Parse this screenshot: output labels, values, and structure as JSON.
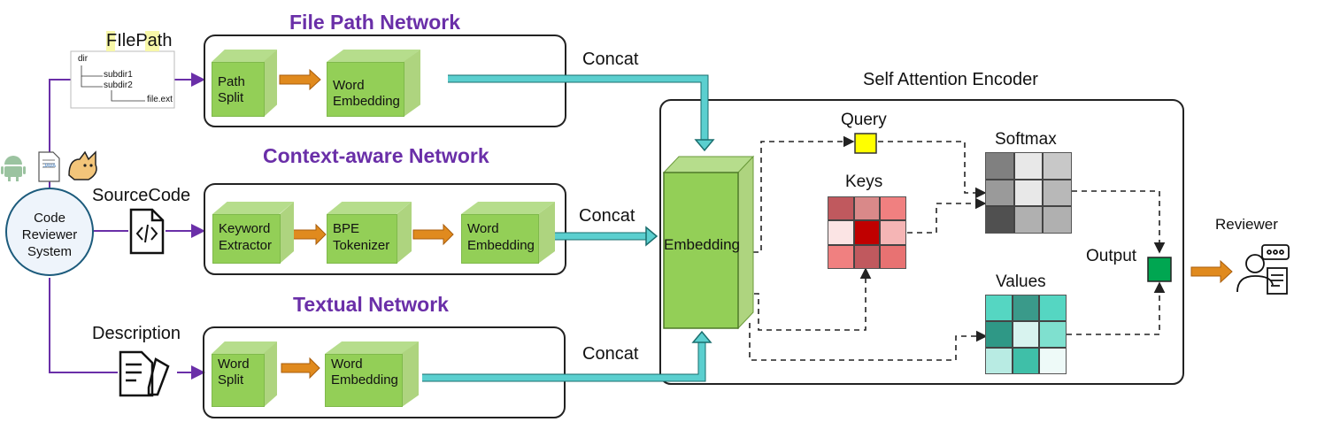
{
  "titles": {
    "file_path_network": "File Path Network",
    "context_network": "Context-aware Network",
    "textual_network": "Textual Network",
    "self_attention": "Self Attention Encoder"
  },
  "inputs": {
    "filepath_label": "FIlePath",
    "sourcecode_label": "SourceCode",
    "description_label": "Description",
    "system_label_1": "Code",
    "system_label_2": "Reviewer",
    "system_label_3": "System",
    "java_icon_text": "JAVA"
  },
  "file_tree": {
    "root": "dir",
    "child1": "subdir1",
    "child2": "subdir2",
    "leaf": "file.ext"
  },
  "file_path_blocks": [
    {
      "line1": "Path",
      "line2": "Split"
    },
    {
      "line1": "Word",
      "line2": "Embedding"
    }
  ],
  "context_blocks": [
    {
      "line1": "Keyword",
      "line2": "Extractor"
    },
    {
      "line1": "BPE",
      "line2": "Tokenizer"
    },
    {
      "line1": "Word",
      "line2": "Embedding"
    }
  ],
  "textual_blocks": [
    {
      "line1": "Word",
      "line2": "Split"
    },
    {
      "line1": "Word",
      "line2": "Embedding"
    }
  ],
  "concat_labels": [
    "Concat",
    "Concat",
    "Concat"
  ],
  "encoder": {
    "embedding_label": "Embedding",
    "query_label": "Query",
    "keys_label": "Keys",
    "values_label": "Values",
    "softmax_label": "Softmax",
    "output_label": "Output",
    "reviewer_label": "Reviewer"
  },
  "colors": {
    "purple": "#6a2fa8",
    "cyan_arrow": "#5bcfcf",
    "orange_arrow": "#e08a1e",
    "green_block": "#93cf57",
    "query_yellow": "#ffff00",
    "output_green": "#00a651",
    "keys": [
      "#c0595e",
      "#d98989",
      "#f08080",
      "#fbe4e4",
      "#c00000",
      "#f5b5b5",
      "#f08080",
      "#c0595e",
      "#e87272"
    ],
    "softmax": [
      "#808080",
      "#e8e8e8",
      "#c8c8c8",
      "#9a9a9a",
      "#e8e8e8",
      "#b8b8b8",
      "#505050",
      "#b0b0b0",
      "#b0b0b0"
    ],
    "values": [
      "#55d6c2",
      "#3a9a8a",
      "#55d6c2",
      "#2f9886",
      "#d8f3ef",
      "#7fe0cf",
      "#b8ebe3",
      "#3fbfa8",
      "#eefaf8"
    ]
  },
  "icons": [
    "android-icon",
    "java-file-icon",
    "tomcat-icon",
    "code-file-icon",
    "description-edit-icon",
    "reviewer-person-icon"
  ]
}
